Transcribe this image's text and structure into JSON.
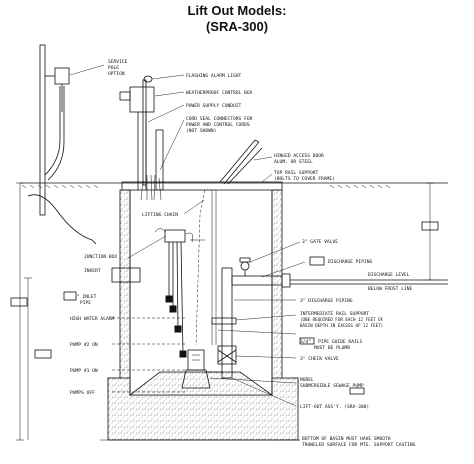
{
  "title": {
    "line1": "Lift Out Models:",
    "line2": "(SRA-300)"
  },
  "labels": {
    "service_pole_1": "SERVICE",
    "service_pole_2": "POLE",
    "service_pole_3": "OPTION",
    "flashing_alarm": "FLASHING ALARM LIGHT",
    "control_box": "WEATHERPROOF CONTROL BOX",
    "power_conduit": "POWER SUPPLY CONDUIT",
    "cord_seal_1": "CORD SEAL CONNECTORS FOR",
    "cord_seal_2": "POWER AND CONTROL CORDS",
    "cord_seal_3": "(NOT SHOWN)",
    "hinged_door_1": "HINGED ACCESS DOOR",
    "hinged_door_2": "ALUM. OR STEEL",
    "top_rail_1": "TOP RAIL SUPPORT",
    "top_rail_2": "(BOLTS TO COVER FRAME)",
    "lifting_chain": "LIFTING CHAIN",
    "gate_valve": "3\" GATE VALVE",
    "junction_box": "JUNCTION BOX",
    "discharge_piping": "DISCHARGE PIPING",
    "invert": "INVERT",
    "discharge_level_1": "DISCHARGE LEVEL",
    "discharge_level_2": "BELOW FROST LINE",
    "inlet_pipe_1": "\" INLET",
    "inlet_pipe_2": "PIPE",
    "discharge_3in": "3\" DISCHARGE PIPING",
    "intermediate_1": "INTERMEDIATE RAIL SUPPORT",
    "intermediate_2": "(ONE REQUIRED FOR EACH 12 FEET OF",
    "intermediate_3": "BASIN DEPTH IN EXCESS OF 12 FEET)",
    "high_water": "HIGH WATER ALARM",
    "pump2_on": "PUMP #2 ON",
    "guide_rails_1": "3/4\"",
    "guide_rails_2": "PIPE GUIDE RAILS",
    "guide_rails_3": "MUST BE PLUMB",
    "pump1_on": "PUMP #1 ON",
    "check_valve": "3\" CHECK VALVE",
    "model": "MODEL",
    "submersible": "SUBMERSIBLE SEWAGE PUMP",
    "pumps_off": "PUMPS OFF",
    "lift_out": "LIFT-OUT ASS'Y. (SRA-300)",
    "bottom_1": "BOTTOM OF BASIN MUST HAVE SMOOTH",
    "bottom_2": "TROWELED SURFACE FOR MTG. SUPPORT CASTING"
  }
}
